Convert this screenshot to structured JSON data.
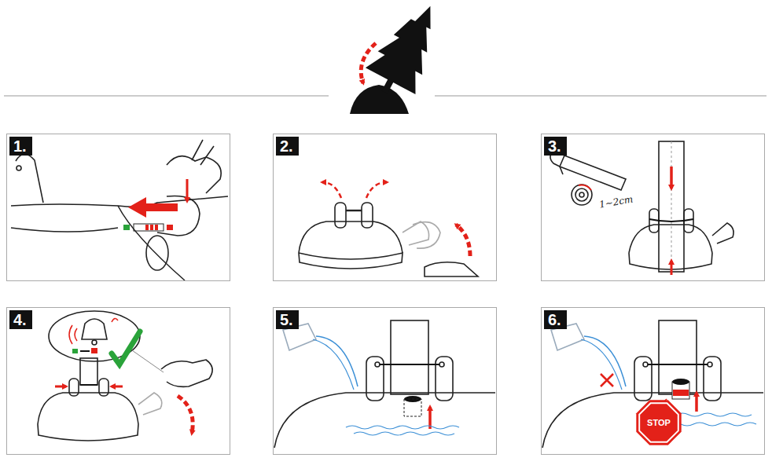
{
  "diagram": {
    "nodes": [
      {
        "text": [
          "1."
        ]
      },
      {
        "text": [
          "2."
        ]
      },
      {
        "text": [
          "3."
        ]
      },
      {
        "text": [
          "4."
        ]
      },
      {
        "text": [
          "5."
        ]
      },
      {
        "text": [
          "6."
        ]
      },
      {
        "text": [
          "STOP"
        ],
        "in": 5
      }
    ],
    "labels": [
      "1~2cm"
    ]
  }
}
